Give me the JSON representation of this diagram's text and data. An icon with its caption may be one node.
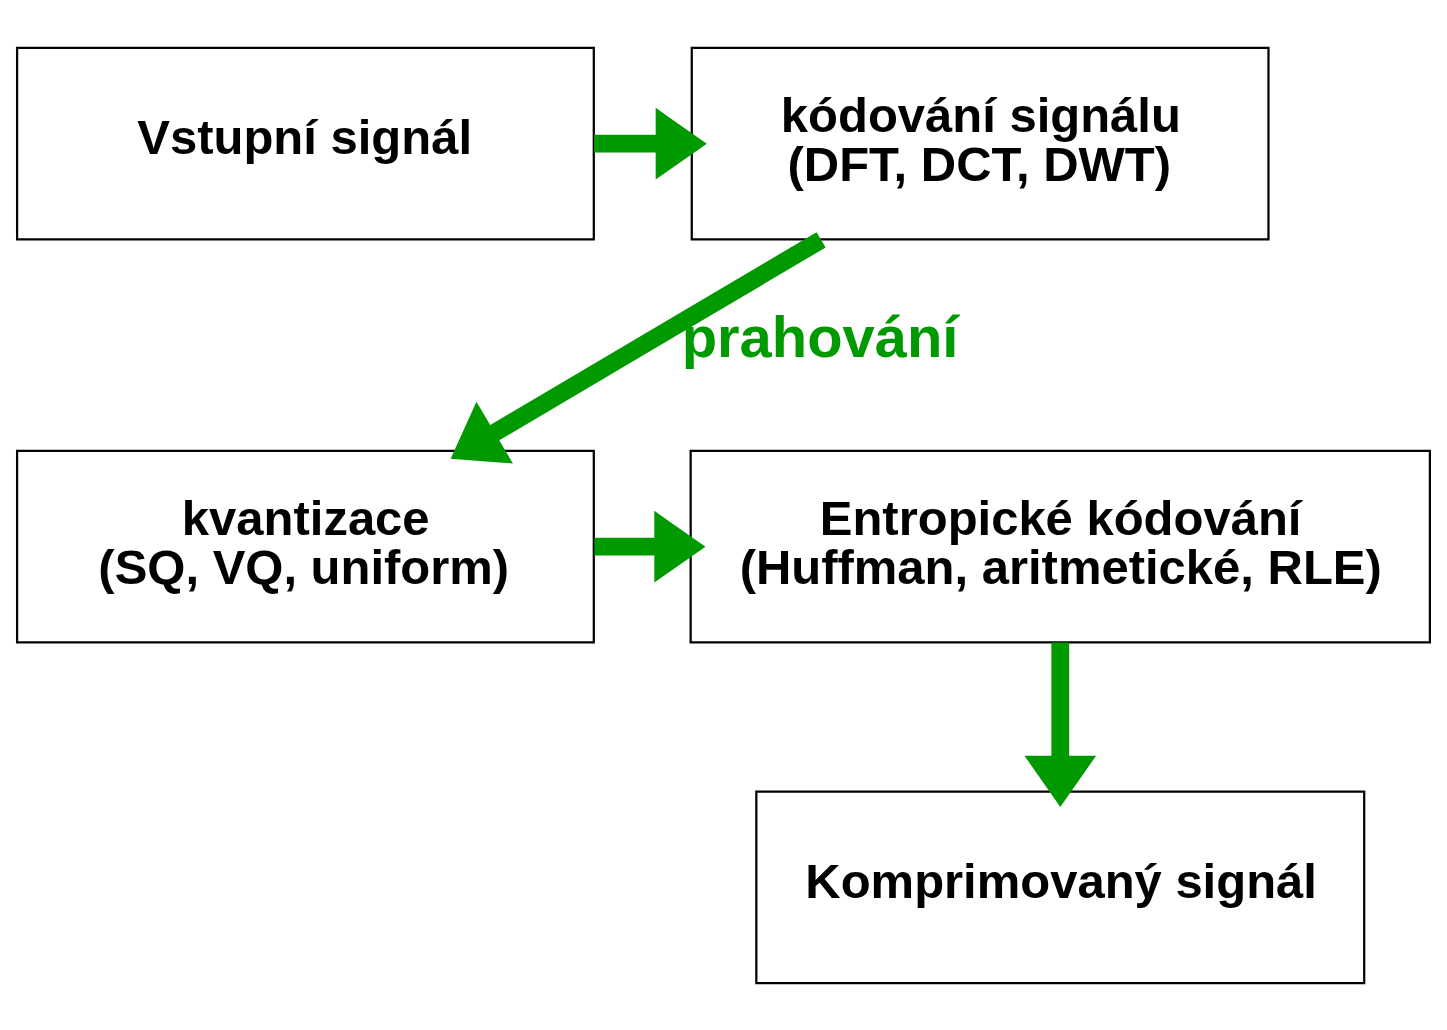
{
  "diagram": {
    "nodes": [
      {
        "text": [
          "Vstupní signál"
        ]
      },
      {
        "text": [
          "kódování signálu",
          "(DFT, DCT, DWT)"
        ]
      },
      {
        "text": [
          "kvantizace",
          "(SQ, VQ, uniform)"
        ]
      },
      {
        "text": [
          "Entropické kódování",
          "(Huffman, aritmetické, RLE)"
        ]
      },
      {
        "text": [
          "Komprimovaný signál"
        ]
      }
    ],
    "edges": [
      {
        "from": 0,
        "to": 1,
        "arrow": "to"
      },
      {
        "from": 1,
        "to": 2,
        "arrow": "to",
        "label": "prahování"
      },
      {
        "from": 2,
        "to": 3,
        "arrow": "to"
      },
      {
        "from": 3,
        "to": 4,
        "arrow": "to"
      }
    ]
  }
}
